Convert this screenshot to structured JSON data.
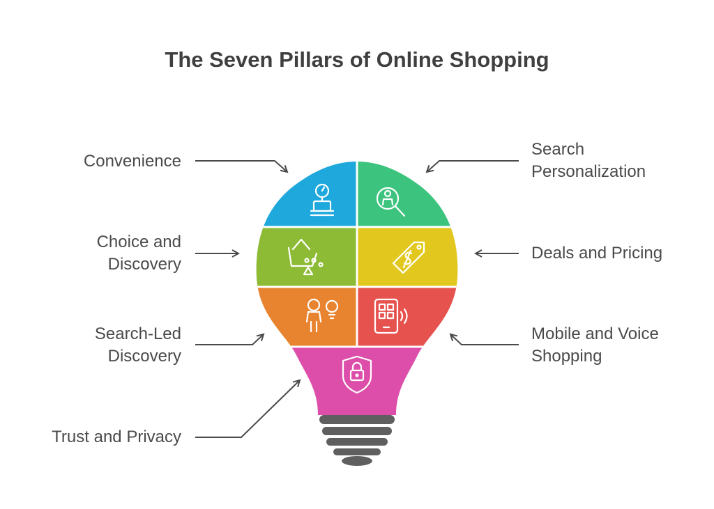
{
  "title": "The Seven Pillars of Online Shopping",
  "pillars": [
    {
      "lines": [
        "Convenience"
      ],
      "color": "#1ea8db",
      "icon": "scale-icon"
    },
    {
      "lines": [
        "Search",
        "Personalization"
      ],
      "color": "#3cc47f",
      "icon": "person-search-icon"
    },
    {
      "lines": [
        "Choice and",
        "Discovery"
      ],
      "color": "#8dbb35",
      "icon": "basket-icon"
    },
    {
      "lines": [
        "Deals and Pricing"
      ],
      "color": "#e2c81e",
      "icon": "price-tag-icon"
    },
    {
      "lines": [
        "Search-Led",
        "Discovery"
      ],
      "color": "#e8842f",
      "icon": "person-idea-icon"
    },
    {
      "lines": [
        "Mobile and Voice",
        "Shopping"
      ],
      "color": "#e6534f",
      "icon": "mobile-voice-icon"
    },
    {
      "lines": [
        "Trust and Privacy"
      ],
      "color": "#dc4ea9",
      "icon": "shield-lock-icon"
    }
  ],
  "colors": {
    "text": "#4a4a4a",
    "title": "#3f3f3f",
    "arrow": "#4a4a4a",
    "base": "#5f5f5f"
  }
}
